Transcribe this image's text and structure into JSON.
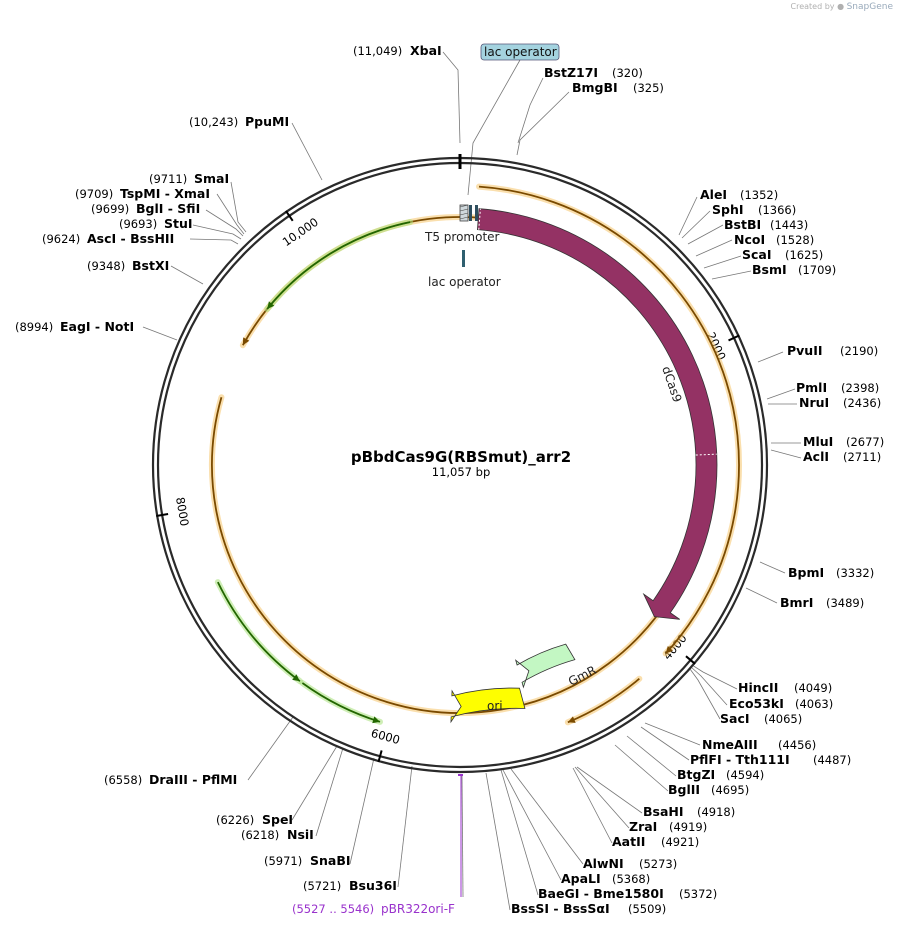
{
  "credit": {
    "prefix": "Created by",
    "brand": "SnapGene"
  },
  "plasmid": {
    "name": "pBbdCas9G(RBSmut)_arr2",
    "size_label": "11,057 bp",
    "length": 11057
  },
  "ticks": [
    {
      "pos": 2000,
      "label": "2000"
    },
    {
      "pos": 4000,
      "label": "4000"
    },
    {
      "pos": 6000,
      "label": "6000"
    },
    {
      "pos": 8000,
      "label": "8000"
    },
    {
      "pos": 10000,
      "label": "10,000"
    }
  ],
  "features": [
    {
      "id": "dcas9",
      "label": "dCas9",
      "color": "#943264"
    },
    {
      "id": "gmr",
      "label": "GmR",
      "color": "#c3f7c3"
    },
    {
      "id": "ori",
      "label": "ori",
      "color": "#fefe00"
    },
    {
      "id": "t5",
      "label": "T5 promoter"
    },
    {
      "id": "lacop_inner",
      "label": "lac operator"
    },
    {
      "id": "lacop_top",
      "label": "lac operator",
      "color": "#a4d3df"
    }
  ],
  "primer": {
    "label": "pBR322ori-F",
    "range": "(5527 .. 5546)",
    "color": "#9932cc"
  },
  "sites": [
    {
      "name": "XbaI",
      "pos": "(11,049)"
    },
    {
      "name": "BstZ17I",
      "pos": "(320)"
    },
    {
      "name": "BmgBI",
      "pos": "(325)"
    },
    {
      "name": "PpuMI",
      "pos": "(10,243)"
    },
    {
      "name": "SmaI",
      "pos": "(9711)"
    },
    {
      "name": "TspMI  -  XmaI",
      "pos": "(9709)"
    },
    {
      "name": "BglI  -  SfiI",
      "pos": "(9699)"
    },
    {
      "name": "StuI",
      "pos": "(9693)"
    },
    {
      "name": "AscI  -  BssHII",
      "pos": "(9624)"
    },
    {
      "name": "BstXI",
      "pos": "(9348)"
    },
    {
      "name": "EagI  -  NotI",
      "pos": "(8994)"
    },
    {
      "name": "AleI",
      "pos": "(1352)"
    },
    {
      "name": "SphI",
      "pos": "(1366)"
    },
    {
      "name": "BstBI",
      "pos": "(1443)"
    },
    {
      "name": "NcoI",
      "pos": "(1528)"
    },
    {
      "name": "ScaI",
      "pos": "(1625)"
    },
    {
      "name": "BsmI",
      "pos": "(1709)"
    },
    {
      "name": "PvuII",
      "pos": "(2190)"
    },
    {
      "name": "PmlI",
      "pos": "(2398)"
    },
    {
      "name": "NruI",
      "pos": "(2436)"
    },
    {
      "name": "MluI",
      "pos": "(2677)"
    },
    {
      "name": "AclI",
      "pos": "(2711)"
    },
    {
      "name": "BpmI",
      "pos": "(3332)"
    },
    {
      "name": "BmrI",
      "pos": "(3489)"
    },
    {
      "name": "HincII",
      "pos": "(4049)"
    },
    {
      "name": "Eco53kI",
      "pos": "(4063)"
    },
    {
      "name": "SacI",
      "pos": "(4065)"
    },
    {
      "name": "NmeAIII",
      "pos": "(4456)"
    },
    {
      "name": "PflFI  -  Tth111I",
      "pos": "(4487)"
    },
    {
      "name": "BtgZI",
      "pos": "(4594)"
    },
    {
      "name": "BglII",
      "pos": "(4695)"
    },
    {
      "name": "BsaHI",
      "pos": "(4918)"
    },
    {
      "name": "ZraI",
      "pos": "(4919)"
    },
    {
      "name": "AatII",
      "pos": "(4921)"
    },
    {
      "name": "AlwNI",
      "pos": "(5273)"
    },
    {
      "name": "ApaLI",
      "pos": "(5368)"
    },
    {
      "name": "BaeGI  -  Bme1580I",
      "pos": "(5372)"
    },
    {
      "name": "BssSI  -  BssSαI",
      "pos": "(5509)"
    },
    {
      "name": "DraIII  -  PflMI",
      "pos": "(6558)"
    },
    {
      "name": "SpeI",
      "pos": "(6226)"
    },
    {
      "name": "NsiI",
      "pos": "(6218)"
    },
    {
      "name": "SnaBI",
      "pos": "(5971)"
    },
    {
      "name": "Bsu36I",
      "pos": "(5721)"
    }
  ]
}
